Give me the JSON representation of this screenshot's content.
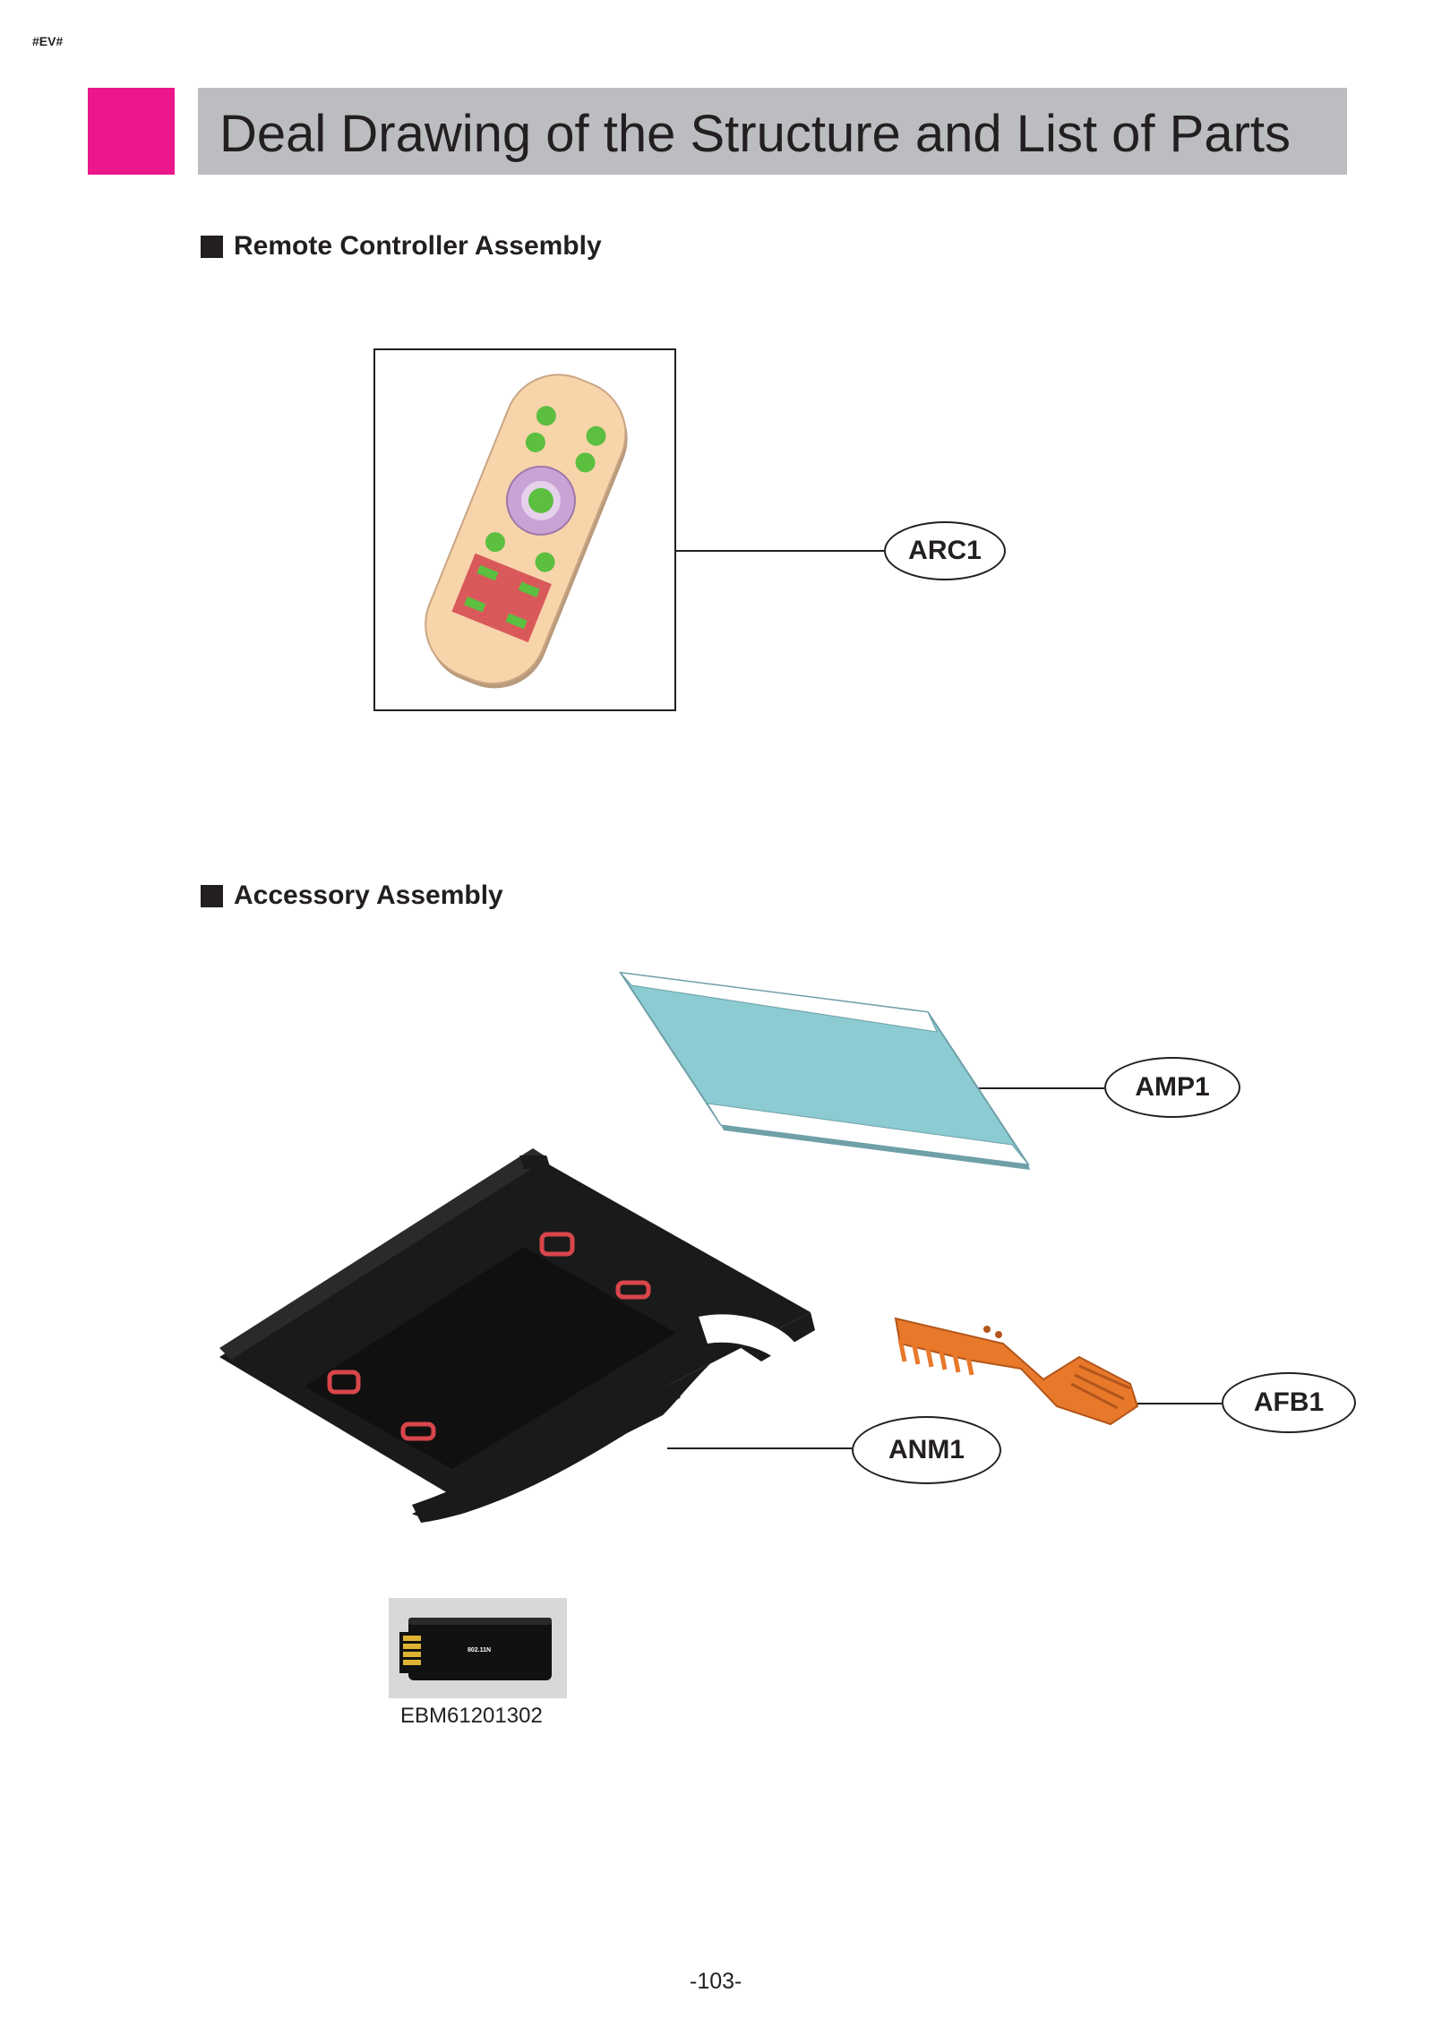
{
  "header": {
    "marker": "#EV#",
    "title": "Deal Drawing of the Structure and List of Parts"
  },
  "sections": [
    {
      "title": "Remote Controller Assembly",
      "parts": [
        {
          "label": "ARC1"
        }
      ]
    },
    {
      "title": "Accessory Assembly",
      "parts": [
        {
          "label": "AMP1"
        },
        {
          "label": "AFB1"
        },
        {
          "label": "ANM1"
        }
      ]
    }
  ],
  "dongle": {
    "chip_text": "802.11N",
    "part_number": "EBM61201302"
  },
  "footer": {
    "page_number": "-103-"
  },
  "colors": {
    "accent_pink": "#ec178c",
    "title_bar_gray": "#bcbdc0",
    "remote_body": "#f8d4ab",
    "remote_buttons": "#5cbf3f",
    "remote_dpad": "#c9a2d6",
    "remote_keypad": "#d9595b",
    "mop_pad": "#8ccbd1",
    "brush": "#e8782a",
    "base": "#1b1a1a"
  }
}
